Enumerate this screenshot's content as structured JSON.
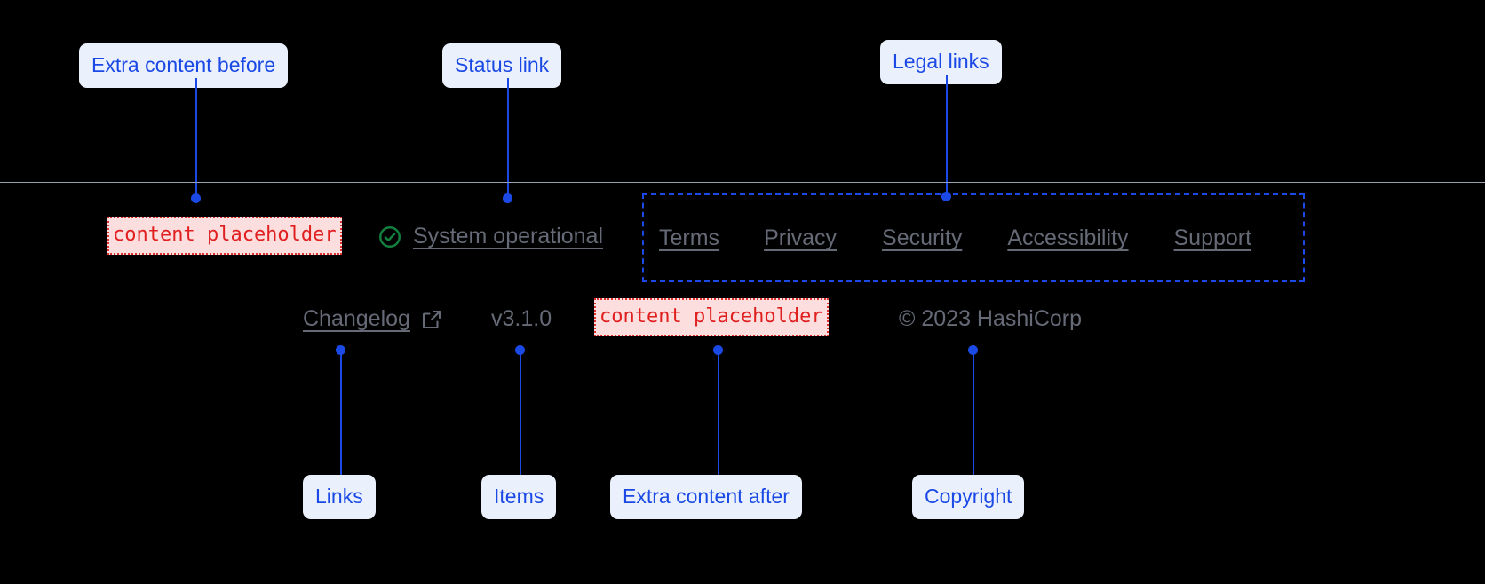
{
  "page": {
    "background": "#000000",
    "divider_color": "#9aa0ad",
    "accent_color": "#1b49e5",
    "muted_text_color": "#656a76",
    "placeholder_color": "#e02020",
    "placeholder_bg": "#fddede",
    "status_ok_color": "#12813f"
  },
  "callouts": {
    "extra_before": "Extra content before",
    "status_link": "Status link",
    "legal_links": "Legal links",
    "links": "Links",
    "items": "Items",
    "extra_after": "Extra content after",
    "copyright": "Copyright"
  },
  "footer": {
    "extra_before_placeholder": "content placeholder",
    "extra_after_placeholder": "content placeholder",
    "status": {
      "icon": "check-circle-icon",
      "label": "System operational"
    },
    "legal_links": [
      {
        "label": "Terms"
      },
      {
        "label": "Privacy"
      },
      {
        "label": "Security"
      },
      {
        "label": "Accessibility"
      },
      {
        "label": "Support"
      }
    ],
    "changelog": {
      "label": "Changelog",
      "icon": "external-link-icon"
    },
    "version": "v3.1.0",
    "copyright": "© 2023 HashiCorp"
  }
}
